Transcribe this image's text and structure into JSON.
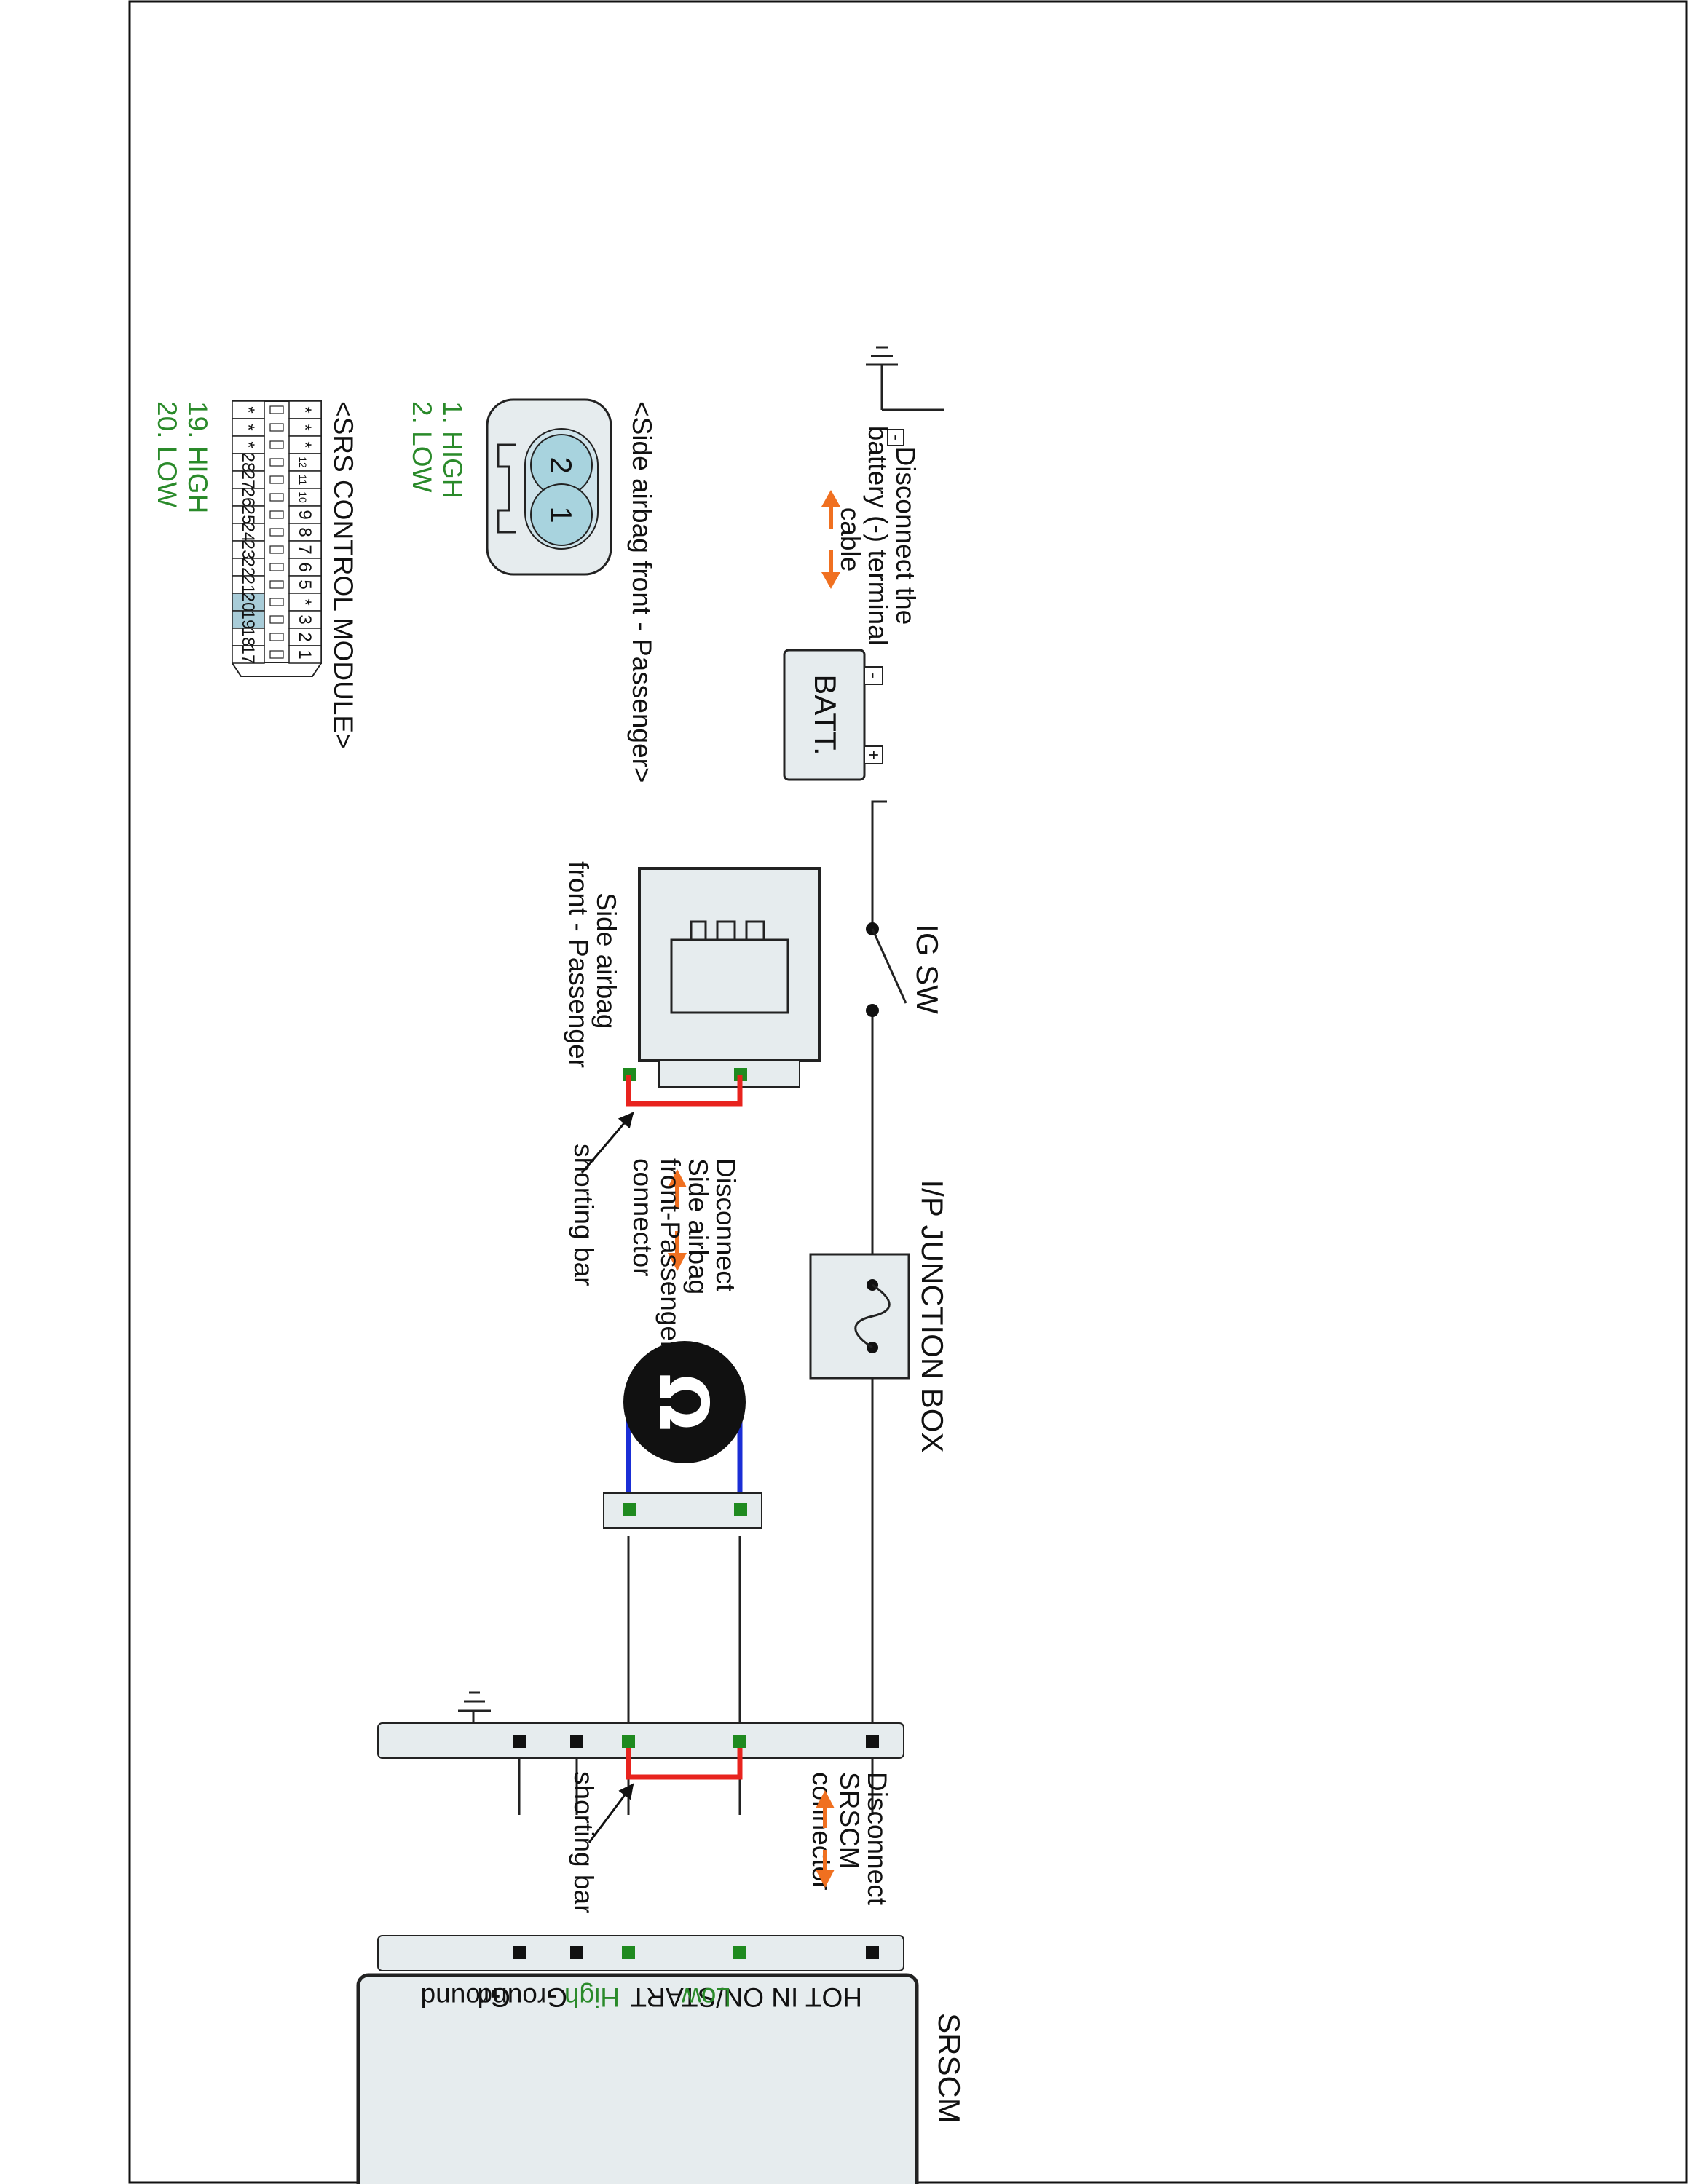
{
  "labels": {
    "disconnect_battery": [
      "Disconnect the",
      "battery (-) terminal",
      "cable"
    ],
    "batt": "BATT.",
    "batt_minus": "-",
    "batt_plus": "+",
    "ground_box_minus": "-",
    "ig_sw": "IG SW",
    "ip_junction_box": "I/P JUNCTION BOX",
    "side_airbag_title": "<Side airbag front - Passenger>",
    "airbag_pin1": "1. HIGH",
    "airbag_pin2": "2. LOW",
    "side_airbag_component": [
      "Side airbag",
      "front - Passenger"
    ],
    "shorting_bar": "shorting bar",
    "disconnect_side_airbag": [
      "Disconnect",
      "Side airbag",
      "front-Passenger",
      "connector"
    ],
    "disconnect_srscm": [
      "Disconnect",
      "SRSCM",
      "connector"
    ],
    "srscm": "SRSCM",
    "srscm_pins": [
      "HOT IN ON/START",
      "Low",
      "High",
      "Ground",
      "Ground"
    ],
    "srs_module_title": "<SRS CONTROL MODULE>",
    "srs_pin19": "19. HIGH",
    "srs_pin20": "20. LOW",
    "omega": "Ω"
  },
  "airbag_connector_pins": [
    "2",
    "1"
  ],
  "srs_connector": {
    "top_row": [
      "*",
      "*",
      "*",
      "12",
      "11",
      "10",
      "9",
      "8",
      "7",
      "6",
      "5",
      "*",
      "3",
      "2",
      "1"
    ],
    "bottom_row": [
      "*",
      "*",
      "*",
      "28",
      "27",
      "26",
      "25",
      "24",
      "23",
      "22",
      "21",
      "20",
      "19",
      "18",
      "17"
    ],
    "highlight": [
      "20",
      "19"
    ]
  },
  "colors": {
    "wire": "#222222",
    "shorting_bar": "#e8231e",
    "meter_lead": "#1a2ed6",
    "terminal_green": "#1f8a1f",
    "arrow_orange": "#f07020",
    "component_fill": "#e6ecee",
    "highlight_pin": "#a8ccd8",
    "label_green": "#2a8a2a"
  }
}
